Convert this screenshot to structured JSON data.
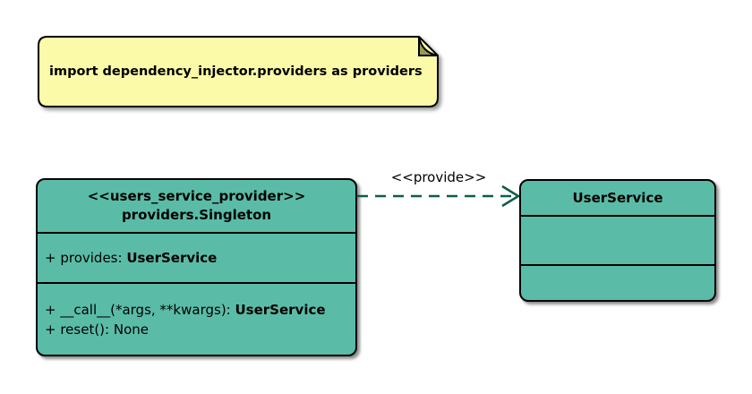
{
  "diagram": {
    "note": {
      "text": "import dependency_injector.providers as providers"
    },
    "provider_class": {
      "stereotype": "<<users_service_provider>>",
      "name": "providers.Singleton",
      "attributes": [
        {
          "text": "+ provides: ",
          "type": "UserService"
        }
      ],
      "methods": [
        {
          "text": "+ __call__(*args, **kwargs): ",
          "type": "UserService"
        },
        {
          "text": "+ reset(): None",
          "type": ""
        }
      ]
    },
    "service_class": {
      "name": "UserService"
    },
    "relation": {
      "label": "<<provide>>"
    },
    "colors": {
      "class_fill": "#5abca7",
      "class_border": "#000000",
      "note_fill": "#fafaa8",
      "note_fold": "#9a9a50",
      "arrow": "#0e5c4a",
      "text": "#000000"
    }
  }
}
